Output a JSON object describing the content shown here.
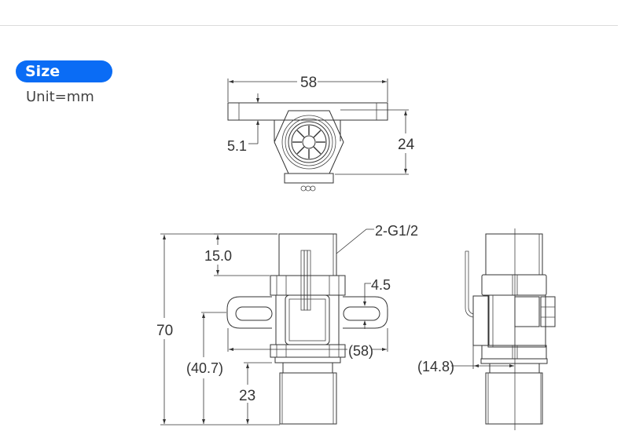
{
  "section": {
    "badge_label": "Size",
    "unit_label": "Unit=mm",
    "badge_color": "#0a6cf5"
  },
  "drawing": {
    "top_view": {
      "width_dim": "58",
      "flange_thickness_dim": "5.1",
      "height_dim": "24"
    },
    "front_view": {
      "thread_label": "2-G1/2",
      "top_pipe_dim": "15.0",
      "slot_dim": "4.5",
      "total_height_dim": "70",
      "mount_height_dim": "(40.7)",
      "bottom_pipe_dim": "23",
      "flange_width_dim": "(58)"
    },
    "side_view": {
      "offset_dim": "(14.8)"
    }
  }
}
